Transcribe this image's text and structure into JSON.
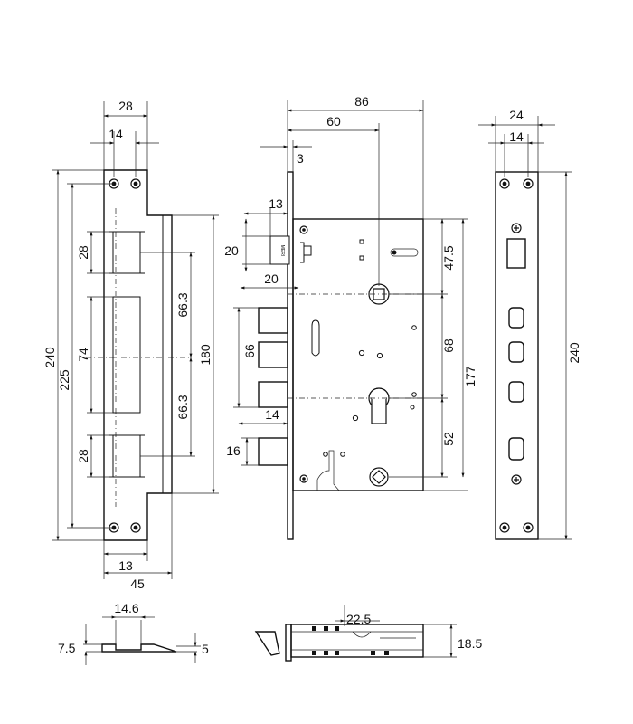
{
  "strike_plate": {
    "dim_total_width": "28",
    "dim_hole_spacing": "14",
    "dim_height_outer": "240",
    "dim_height_holes": "225",
    "dim_upper_slot": "28",
    "dim_middle_slot": "74",
    "dim_lower_slot": "28",
    "dim_upper_gap": "66.3",
    "dim_lower_gap": "66.3",
    "dim_body_height": "180",
    "dim_bottom_13": "13",
    "dim_bottom_45": "45"
  },
  "lock_body": {
    "dim_top_cut": "86",
    "dim_backset": "60",
    "dim_face_3": "3",
    "dim_13": "13",
    "dim_20_vertical": "20",
    "dim_20_horizontal": "20",
    "dim_66": "66",
    "dim_14": "14",
    "dim_16": "16",
    "dim_47_5": "47.5",
    "dim_68": "68",
    "dim_52": "52",
    "dim_177": "177",
    "badge_text": "MERI"
  },
  "face_plate": {
    "dim_24": "24",
    "dim_14": "14",
    "dim_240": "240"
  },
  "bottom_views": {
    "dim_14_6": "14.6",
    "dim_7_5": "7.5",
    "dim_5": "5",
    "dim_22_5": "22.5",
    "dim_18_5": "18.5"
  }
}
